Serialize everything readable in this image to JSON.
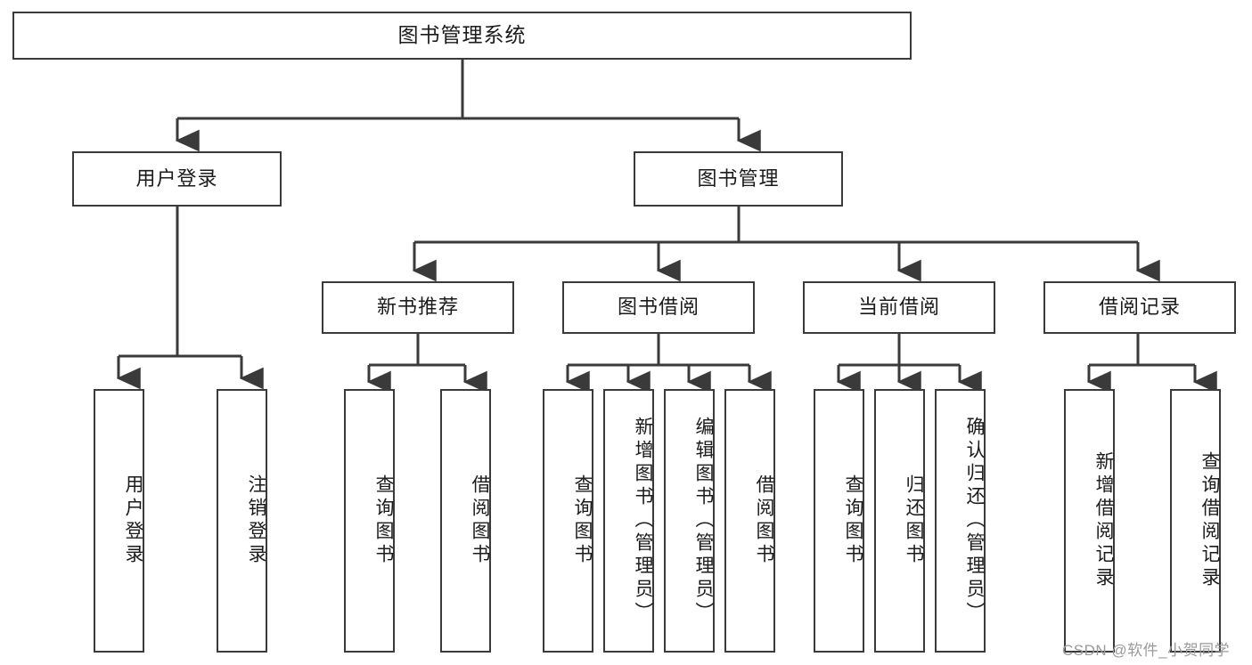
{
  "diagram": {
    "type": "hierarchy-tree",
    "title_node": {
      "label": "图书管理系统"
    },
    "level2": [
      {
        "id": "user-login",
        "label": "用户登录"
      },
      {
        "id": "book-management",
        "label": "图书管理"
      }
    ],
    "level3": [
      {
        "id": "new-book-recommend",
        "label": "新书推荐",
        "parent": "book-management"
      },
      {
        "id": "book-borrow",
        "label": "图书借阅",
        "parent": "book-management"
      },
      {
        "id": "current-borrow",
        "label": "当前借阅",
        "parent": "book-management"
      },
      {
        "id": "borrow-record",
        "label": "借阅记录",
        "parent": "book-management"
      }
    ],
    "leaves": [
      {
        "id": "leaf-user-login",
        "label": "用户登录",
        "parent": "user-login"
      },
      {
        "id": "leaf-logout-login",
        "label": "注销登录",
        "parent": "user-login"
      },
      {
        "id": "leaf-query-book-1",
        "label": "查询图书",
        "parent": "new-book-recommend"
      },
      {
        "id": "leaf-borrow-book-1",
        "label": "借阅图书",
        "parent": "new-book-recommend"
      },
      {
        "id": "leaf-query-book-2",
        "label": "查询图书",
        "parent": "book-borrow"
      },
      {
        "id": "leaf-add-book-admin",
        "label": "新增图书（管理员）",
        "parent": "book-borrow"
      },
      {
        "id": "leaf-edit-book-admin",
        "label": "编辑图书（管理员）",
        "parent": "book-borrow"
      },
      {
        "id": "leaf-borrow-book-2",
        "label": "借阅图书",
        "parent": "book-borrow"
      },
      {
        "id": "leaf-query-book-3",
        "label": "查询图书",
        "parent": "current-borrow"
      },
      {
        "id": "leaf-return-book",
        "label": "归还图书",
        "parent": "current-borrow"
      },
      {
        "id": "leaf-confirm-return-admin",
        "label": "确认归还（管理员）",
        "parent": "current-borrow"
      },
      {
        "id": "leaf-add-borrow-record",
        "label": "新增借阅记录",
        "parent": "borrow-record"
      },
      {
        "id": "leaf-query-borrow-record",
        "label": "查询借阅记录",
        "parent": "borrow-record"
      }
    ],
    "watermark": "CSDN @软件_小贺同学",
    "colors": {
      "stroke": "#3a3a3a",
      "text": "#1b1b1b",
      "background": "#ffffff",
      "watermark": "#9a9a9a"
    }
  }
}
